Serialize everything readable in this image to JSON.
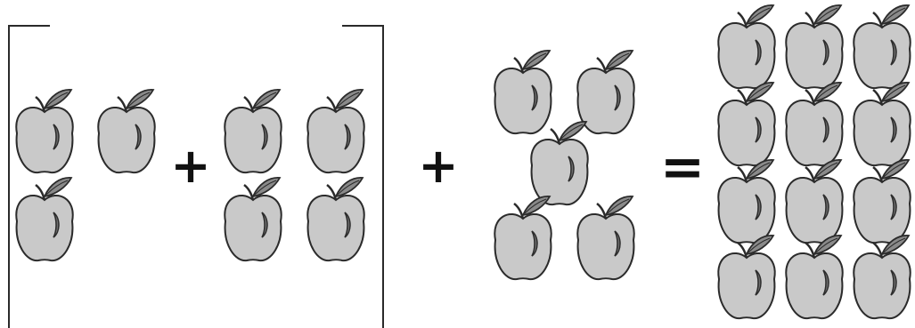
{
  "operators": {
    "inner_plus": "+",
    "outer_plus": "+",
    "equals": "="
  },
  "groups": {
    "group_a_count": 3,
    "group_b_count": 4,
    "group_c_count": 5,
    "result_count": 12
  },
  "colors": {
    "apple_fill": "#c9c9c9",
    "apple_outline": "#2b2b2b",
    "leaf_fill": "#8a8a8a",
    "highlight_fill": "#6f6f6f",
    "bracket": "#2a2a2a"
  },
  "icons": {
    "apple": "apple-icon",
    "plus": "plus-sign",
    "equals": "equals-sign"
  }
}
